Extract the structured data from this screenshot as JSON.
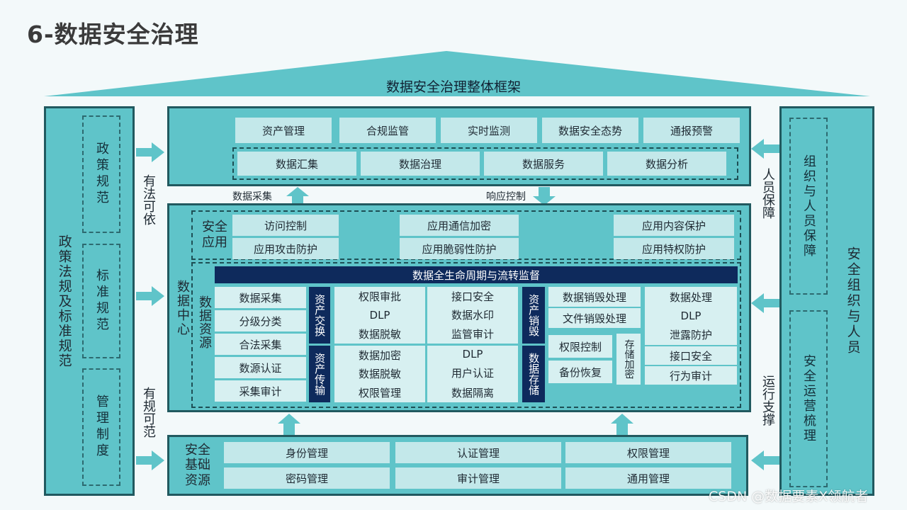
{
  "page_title": "6-数据安全治理",
  "roof_title": "数据安全治理整体框架",
  "left": {
    "outer_label": "政策法规及标准规范",
    "boxes": [
      "政策规范",
      "标准规范",
      "管理制度"
    ],
    "side_text_top": "有法可依",
    "side_text_bottom": "有规可范"
  },
  "right": {
    "outer_label": "安全组织与人员",
    "boxes": [
      "组织与人员保障",
      "安全运营梳理"
    ],
    "side_text_top": "人员保障",
    "side_text_bottom": "运行支撑"
  },
  "top_panel": {
    "row1": [
      "资产管理",
      "合规监管",
      "实时监测",
      "数据安全态势",
      "通报预警"
    ],
    "row2": [
      "数据汇集",
      "数据治理",
      "数据服务",
      "数据分析"
    ]
  },
  "connectors": {
    "up_label": "数据采集",
    "down_label": "响应控制"
  },
  "middle": {
    "outer_label": "数据中心",
    "app_label": "安全应用",
    "app_cells": [
      "访问控制",
      "应用通信加密",
      "应用内容保护",
      "应用攻击防护",
      "应用脆弱性防护",
      "应用特权防护"
    ],
    "resource_label": "数据资源",
    "lifecycle_title": "数据全生命周期与流转监督",
    "collection": [
      "数据采集",
      "分级分类",
      "合法采集",
      "数源认证",
      "采集审计"
    ],
    "asset_exchange_label": "资产交换",
    "asset_transfer_label": "资产传输",
    "exchange_col1": [
      "权限审批",
      "DLP",
      "数据脱敏"
    ],
    "exchange_col2": [
      "接口安全",
      "数据水印",
      "监管审计"
    ],
    "transfer_col1": [
      "数据加密",
      "数据脱敏",
      "权限管理"
    ],
    "transfer_col2": [
      "DLP",
      "用户认证",
      "数据隔离"
    ],
    "asset_destroy_label": "资产销毁",
    "data_storage_label": "数据存储",
    "destroy_items": [
      "数据销毁处理",
      "文件销毁处理"
    ],
    "storage_items": [
      "权限控制",
      "备份恢复"
    ],
    "storage_encrypt_label": "存储加密",
    "processing": [
      "数据处理",
      "DLP",
      "泄露防护",
      "接口安全",
      "行为审计"
    ]
  },
  "bottom": {
    "label": "安全基础资源",
    "cells": [
      "身份管理",
      "认证管理",
      "权限管理",
      "密码管理",
      "审计管理",
      "通用管理"
    ]
  },
  "watermark": "CSDN @数据要素X领航者",
  "colors": {
    "teal": "#5fc4c9",
    "cell": "#c3e8ea",
    "navy": "#0e2a5c",
    "border": "#21595f"
  }
}
